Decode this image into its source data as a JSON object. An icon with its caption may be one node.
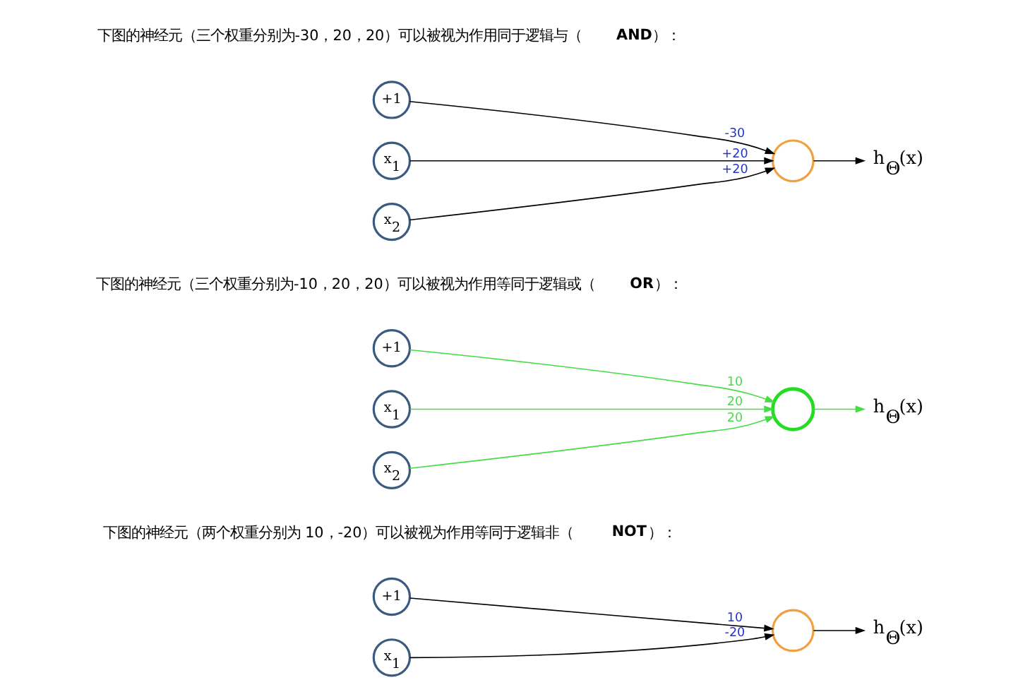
{
  "diagram": {
    "nodes": [
      {
        "text": [
          "+1"
        ]
      },
      {
        "text": [
          "x$_{1}$"
        ]
      },
      {
        "text": [
          "x$_{2}$"
        ]
      },
      {
        "text": [],
        "shape": "circle"
      },
      {
        "text": [
          "h$_{Θ}$(x)"
        ]
      },
      {
        "text": [
          "+1"
        ]
      },
      {
        "text": [
          "x$_{1}$"
        ]
      },
      {
        "text": [
          "x$_{2}$"
        ]
      },
      {
        "text": [],
        "shape": "circle"
      },
      {
        "text": [
          "h$_{Θ}$(x)"
        ]
      },
      {
        "text": [
          "+1"
        ]
      },
      {
        "text": [
          "x$_{1}$"
        ]
      },
      {
        "text": [],
        "shape": "circle"
      },
      {
        "text": [
          "h$_{Θ}$(x)"
        ]
      }
    ],
    "edges": [
      {
        "from": 0,
        "to": 3,
        "arrow": "to",
        "label": "-30"
      },
      {
        "from": 1,
        "to": 3,
        "arrow": "to",
        "label": "+20"
      },
      {
        "from": 2,
        "to": 3,
        "arrow": "to",
        "label": "+20"
      },
      {
        "from": 3,
        "to": 4,
        "arrow": "to"
      },
      {
        "from": 5,
        "to": 8,
        "arrow": "to",
        "label": "10",
        "color": "#44dd44"
      },
      {
        "from": 6,
        "to": 8,
        "arrow": "to",
        "label": "20",
        "color": "#44dd44"
      },
      {
        "from": 7,
        "to": 8,
        "arrow": "to",
        "label": "20",
        "color": "#44dd44"
      },
      {
        "from": 8,
        "to": 9,
        "arrow": "to",
        "color": "#44dd44"
      },
      {
        "from": 10,
        "to": 12,
        "arrow": "to",
        "label": "10"
      },
      {
        "from": 11,
        "to": 12,
        "arrow": "to",
        "label": "-20"
      },
      {
        "from": 12,
        "to": 13,
        "arrow": "to"
      }
    ],
    "labels": [
      "下图的神经元（三个权重分别为-30，20，20）可以被视为作用同于逻辑与（**AND**）：",
      "下图的神经元（三个权重分别为-10，20，20）可以被视为作用等同于逻辑或（**OR**）：",
      "下图的神经元（两个权重分别为 10，-20）可以被视为作用等同于逻辑非（**NOT**）："
    ]
  }
}
